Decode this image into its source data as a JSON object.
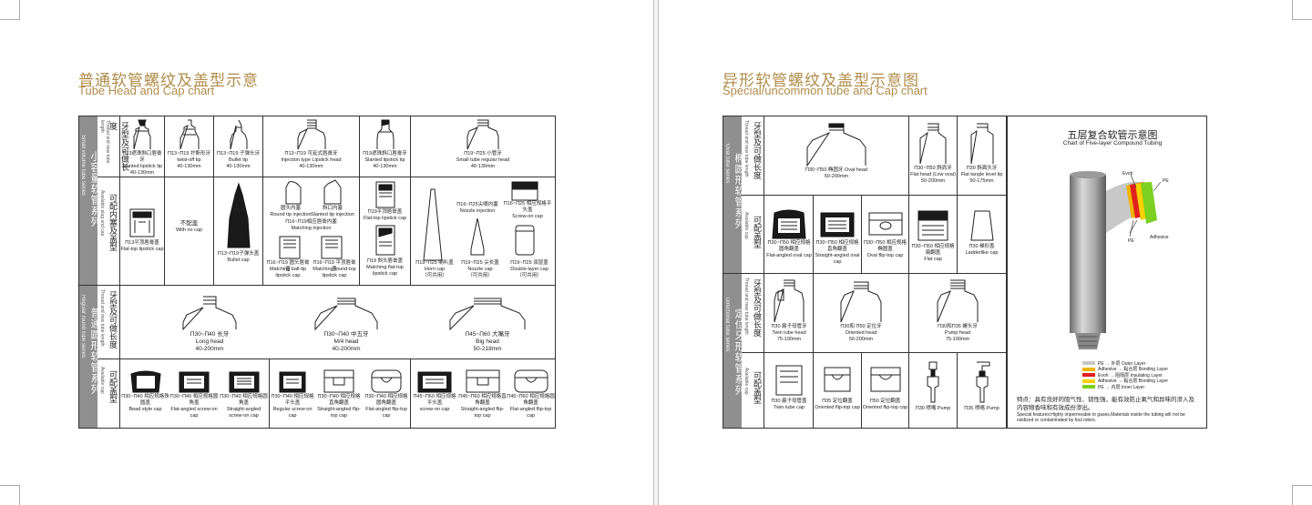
{
  "left": {
    "title_cn": "普通软管螺纹及盖型示意",
    "title_en": "Tube Head and Cap chart",
    "series_small": {
      "band_cn": "小容量软管系列",
      "band_en": "Small volume tube series",
      "row_thread_cn": "牙型及可做长度",
      "row_thread_en": "Thread and max tube length",
      "row_cap_cn": "可配内塞及盖型",
      "row_cap_en": "Available plug and cap",
      "threads": [
        {
          "cn": "Π13遮珠斜口唇膏牙",
          "en": "Slanted lipstick tip",
          "size": "40-130mm"
        },
        {
          "cn": "Π13~Π19 拧断形牙",
          "en": "twist-off tip",
          "size": "40-130mm"
        },
        {
          "cn": "Π13~Π19 子弹头牙",
          "en": "Bullet tip",
          "size": "40-130mm"
        },
        {
          "cn": "Π13~Π19 可延式唇膏牙",
          "en": "Injection type Lipstick head",
          "size": "40-130mm"
        },
        {
          "cn": "Π19遮珠斜口唇膏牙",
          "en": "Slanted lipstick tip",
          "size": "40-130mm"
        },
        {
          "cn": "Π19~Π25 小管牙",
          "en": "Small tube regular head",
          "size": "40-130mm"
        }
      ],
      "caps": [
        {
          "cn": "Π13平顶唇膏盖",
          "en": "Flat-top lipstick cap"
        },
        {
          "cn": "不配盖",
          "en": "With no cap"
        },
        {
          "cn": "Π13~Π19子弹头盖",
          "en": "Bullet cap"
        },
        {
          "cn_a": "圆头内塞",
          "en_a": "Round tip injection",
          "cn_b": "斜口内塞",
          "en_b": "Slanted tip injection",
          "cn_c": "Π16~Π19相应唇膏内塞",
          "en_c": "Matching injection",
          "cn_d": "Π16~Π19 圆头唇膏盖",
          "en_d": "Matching ball-tip lipstick cap",
          "cn_e": "Π16~Π19 平顶唇膏盖",
          "en_e": "Matching round-top lipstick cap"
        },
        {
          "cn_a": "Π19平顶唇膏盖",
          "en_a": "Flat-top lipstick cap",
          "cn_b": "Π19 斜头唇膏盖",
          "en_b": "Matching flat-top lipstick cap"
        },
        {
          "cn_a": "Π16~Π25 相应规格平头盖",
          "en_a": "Screw-on cap",
          "cn_b": "Π16~Π25尖嘴内塞",
          "en_b": "Nozzle injection",
          "cn_c": "Π19~Π25 喇叭盖",
          "en_c": "Horn cap",
          "cn_d": "Π19~Π25 尖长盖",
          "en_d": "Nozzle cap",
          "cn_e": "Π19~Π25 双层盖",
          "en_e": "Double-layer cap",
          "tag": "（可共用）"
        }
      ]
    },
    "series_round": {
      "band_cn": "普通圆形软管系列",
      "band_en": "Regular round tube series",
      "row_thread_cn": "牙型及可做长度",
      "row_thread_en": "Thread and max tube length",
      "row_cap_cn": "可配盖型",
      "row_cap_en": "Available cap",
      "threads": [
        {
          "cn": "Π30~Π40 长牙",
          "en": "Long head",
          "size": "40-200mm"
        },
        {
          "cn": "Π30~Π40 中五牙",
          "en": "M/4 head",
          "size": "40-200mm"
        },
        {
          "cn": "Π45~Π60 大嘴牙",
          "en": "Big head",
          "size": "50-218mm"
        }
      ],
      "caps": [
        {
          "cn": "Π30~Π40 相应规格珠圆盖",
          "en": "Bead style cap"
        },
        {
          "cn": "Π30~Π40 相应规格圆角盖",
          "en": "Flat-angled screw-on cap"
        },
        {
          "cn": "Π30~Π40 相应规格圆角盖",
          "en": "Straight-angled screw-on cap"
        },
        {
          "cn": "Π30~Π40 相应规格平头盖",
          "en": "Regular screw-on cap"
        },
        {
          "cn": "Π30~Π40 相应规格直角翻盖",
          "en": "Straight-angled flip-top cap"
        },
        {
          "cn": "Π30~Π40 相应规格圆角翻盖",
          "en": "Flat-angled flip-top cap"
        },
        {
          "cn": "Π45~Π60 相应规格平头盖",
          "en": "screw-on cap"
        },
        {
          "cn": "Π45~Π60 相应规格直角翻盖",
          "en": "Straight-angled flip-top cap"
        },
        {
          "cn": "Π45~Π60 相应规格圆角翻盖",
          "en": "Flat-angled flip-top cap"
        }
      ]
    }
  },
  "right": {
    "title_cn": "异形软管螺纹及盖型示意图",
    "title_en": "Special/uncommon tube and Cap chart",
    "series_oval": {
      "band_cn": "椭圆形软管系列",
      "band_en": "Oval tube series",
      "row_thread_cn": "牙型及可做长度",
      "row_thread_en": "Thread and max tube length",
      "row_cap_cn": "可配盖型",
      "row_cap_en": "Available cap",
      "threads": [
        {
          "cn": "Π30~Π50 椭圆牙 Oval head",
          "en": "",
          "size": "50-200mm"
        },
        {
          "cn": "Π30~Π50 斜肩牙",
          "en": "Flat head (Low oval)",
          "size": "50-200mm"
        },
        {
          "cn": "Π30 斜面头牙",
          "en": "Flat tangle level tip",
          "size": "50-175mm"
        }
      ],
      "caps": [
        {
          "cn": "Π30~Π50 相应规格圆角翻盖",
          "en": "Flat-angled oval cap"
        },
        {
          "cn": "Π30~Π50 相应规格直角翻盖",
          "en": "Straight-angled oval cap"
        },
        {
          "cn": "Π30~Π50 相应规格椭圆盖",
          "en": "Oval flip-top cap"
        },
        {
          "cn": "Π30~Π50 相应规格扁翻盖",
          "en": "Flat cap"
        },
        {
          "cn": "Π30 梯形盖",
          "en": "Ladderlike cap"
        }
      ]
    },
    "series_directional": {
      "band_cn": "定位牙形软管系列",
      "band_en": "Directional tube series",
      "row_thread_cn": "牙型及可做长度",
      "row_thread_en": "Thread and max tube length",
      "row_cap_cn": "可配盖型",
      "row_cap_en": "Available cap",
      "threads": [
        {
          "cn": "Π30 扁子母管牙",
          "en": "Twin tube head",
          "size": "75-190mm"
        },
        {
          "cn": "Π30和 Π50 定位牙",
          "en": "Oriented head",
          "size": "50-200mm"
        },
        {
          "cn": "Π30和Π35 螺头牙",
          "en": "Pump head",
          "size": "75-190mm"
        }
      ],
      "caps": [
        {
          "cn": "Π30 扁子母管盖",
          "en": "Twin tube cap"
        },
        {
          "cn": "Π35 定位翻盖",
          "en": "Oriented flip-top cap"
        },
        {
          "cn": "Π50 定位翻盖",
          "en": "Oriented flip-top cap"
        },
        {
          "cn": "Π30 喷嘴 Pump",
          "en": ""
        },
        {
          "cn": "Π35 喷嘴 Pump",
          "en": ""
        }
      ]
    },
    "diagram": {
      "title_cn": "五层复合软管示意图",
      "title_en": "Chart of Five-layer Compound Tubing",
      "anno_evoh": "Evoh",
      "anno_pe_top": "PE",
      "anno_pe_left": "PE",
      "anno_adhesive": "Adhesive",
      "layers": [
        {
          "label": "PE → 外层   Outer Layer",
          "color": "#c8c8c8"
        },
        {
          "label": "Adhesive → 黏合层  Bonding Layer",
          "color": "#f0b400"
        },
        {
          "label": "Evoh → 阻隔层  Insulating Layer",
          "color": "#e02020"
        },
        {
          "label": "Adhesive → 黏合层  Bonding Layer",
          "color": "#f6d000"
        },
        {
          "label": "PE → 内层   Inner Layer",
          "color": "#7cd020"
        }
      ],
      "feature_cn": "特点：具有良好的阻气性、韧性强，能有效防止氧气和异味的渗入及内容物香味和有效成份渗出。",
      "feature_en": "Special features:Highly impermeable to gases,Materials inside the tubing will not be oxidized or contaminated by foul odors."
    }
  }
}
